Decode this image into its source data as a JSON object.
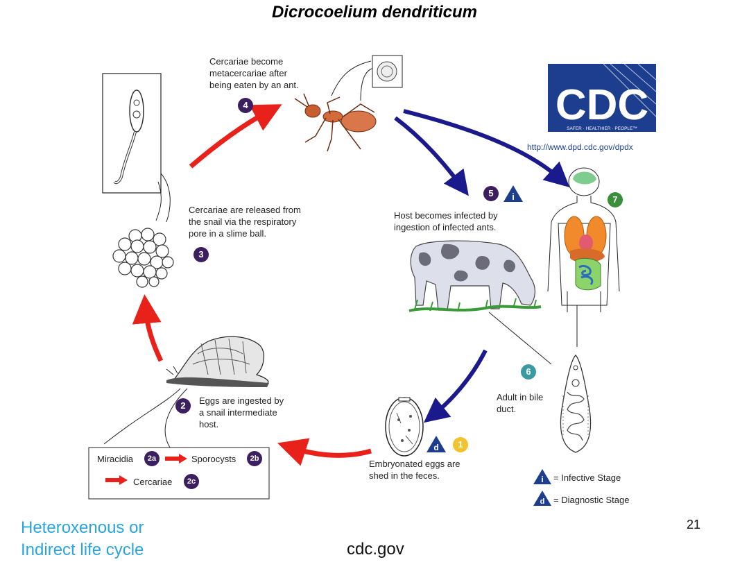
{
  "title": "Dicrocoelium dendriticum",
  "logo": {
    "text": "CDC",
    "tagline": "SAFER · HEALTHIER · PEOPLE™",
    "url": "http://www.dpd.cdc.gov/dpdx",
    "color": "#1d3e8e"
  },
  "stages": {
    "s4": {
      "badge": "4",
      "text": "Cercariae become\nmetacercariae after\nbeing eaten by an ant."
    },
    "s3": {
      "badge": "3",
      "text": "Cercariae are released from\nthe snail via the respiratory\npore in a slime ball."
    },
    "s5": {
      "badge": "5",
      "text": "Host becomes infected by\ningestion of infected ants."
    },
    "s7": {
      "badge": "7"
    },
    "s6": {
      "badge": "6",
      "text": "Adult in bile\nduct."
    },
    "s2": {
      "badge": "2",
      "text": "Eggs are ingested by\na snail intermediate\nhost."
    },
    "s1": {
      "badge": "1",
      "text": "Embryonated eggs are\nshed in the feces."
    }
  },
  "snail_box": {
    "miracidia": "Miracidia",
    "b2a": "2a",
    "sporocysts": "Sporocysts",
    "b2b": "2b",
    "cercariae": "Cercariae",
    "b2c": "2c"
  },
  "legend": {
    "infective": "= Infective Stage",
    "infective_symbol": "i",
    "diagnostic": "= Diagnostic Stage",
    "diagnostic_symbol": "d"
  },
  "footer": {
    "left": "Heteroxenous or\nIndirect life cycle",
    "center": "cdc.gov",
    "page_number": "21"
  },
  "colors": {
    "purple_badge": "#3b1f5e",
    "red_arrow": "#e8221b",
    "blue_arrow": "#1a1a8c",
    "footer_text": "#2aa5dc"
  },
  "icons": [
    "cercaria-icon",
    "ant-icon",
    "snail-icon",
    "slime-ball-icon",
    "cow-icon",
    "human-body-icon",
    "adult-fluke-icon",
    "egg-icon"
  ]
}
